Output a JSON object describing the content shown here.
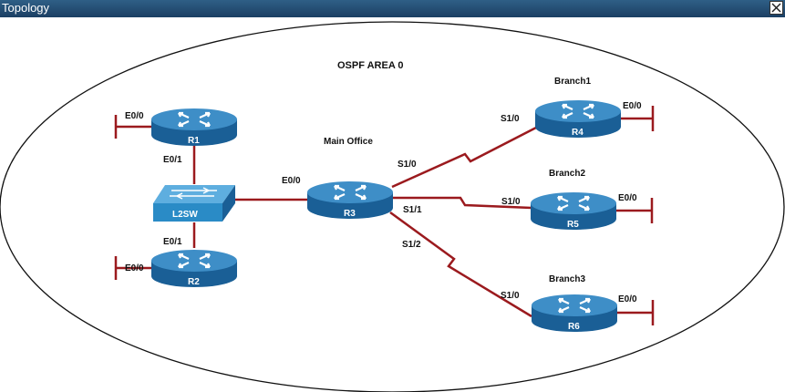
{
  "window": {
    "title": "Topology",
    "close_icon": "close-x-icon"
  },
  "colors": {
    "link": "#9b1a1e",
    "router_top": "#3e8ec7",
    "router_side": "#1a5f96",
    "switch": "#2a8bc6",
    "titlebar": "#244d74"
  },
  "diagram": {
    "area_label": "OSPF AREA 0",
    "routers": {
      "r1": "R1",
      "r2": "R2",
      "r3": "R3",
      "r4": "R4",
      "r5": "R5",
      "r6": "R6"
    },
    "switch_label": "L2SW",
    "site_labels": {
      "main_office": "Main Office",
      "branch1": "Branch1",
      "branch2": "Branch2",
      "branch3": "Branch3"
    },
    "interfaces": {
      "r1_e00": "E0/0",
      "r1_e01": "E0/1",
      "r2_e01": "E0/1",
      "r2_e00": "E0/0",
      "r3_e00": "E0/0",
      "r3_s10": "S1/0",
      "r3_s11": "S1/1",
      "r3_s12": "S1/2",
      "r4_s10": "S1/0",
      "r4_e00": "E0/0",
      "r5_s10": "S1/0",
      "r5_e00": "E0/0",
      "r6_s10": "S1/0",
      "r6_e00": "E0/0"
    }
  }
}
